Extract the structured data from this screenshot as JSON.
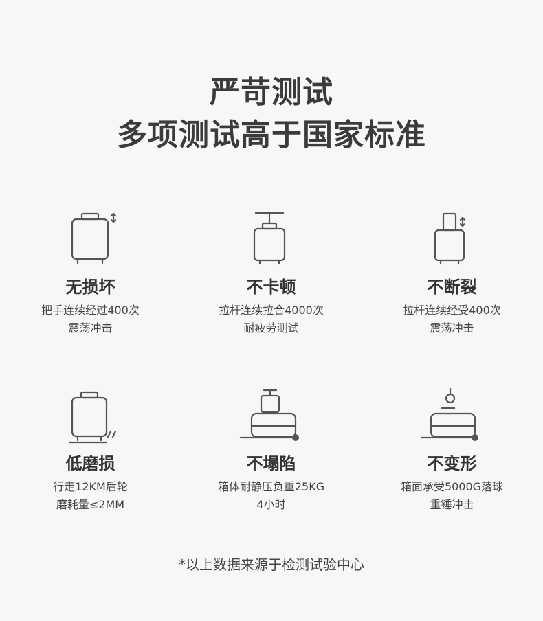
{
  "header": {
    "line1": "严苛测试",
    "line2": "多项测试高于国家标准"
  },
  "features": [
    {
      "name": "无损坏",
      "desc1": "把手连续经过400次",
      "desc2": "震荡冲击"
    },
    {
      "name": "不卡顿",
      "desc1": "拉杆连续拉合4000次",
      "desc2": "耐疲劳测试"
    },
    {
      "name": "不断裂",
      "desc1": "拉杆连续经受400次",
      "desc2": "震荡冲击"
    },
    {
      "name": "低磨损",
      "desc1": "行走12KM后轮",
      "desc2": "磨耗量≤2MM"
    },
    {
      "name": "不塌陷",
      "desc1": "箱体耐静压负重25KG",
      "desc2": "4小时"
    },
    {
      "name": "不变形",
      "desc1": "箱面承受5000G落球",
      "desc2": "重锤冲击"
    }
  ],
  "footnote": "*以上数据来源于检测试验中心",
  "icons": {
    "f0": "suitcase-handle-shake-icon",
    "f1": "suitcase-trolley-pull-icon",
    "f2": "suitcase-trolley-stress-icon",
    "f3": "suitcase-wheel-wear-icon",
    "f4": "suitcase-pressure-load-icon",
    "f5": "suitcase-ball-impact-icon"
  },
  "colors": {
    "text": "#3a3a3a",
    "icon": "#555555",
    "background": "#f7f7f7"
  }
}
